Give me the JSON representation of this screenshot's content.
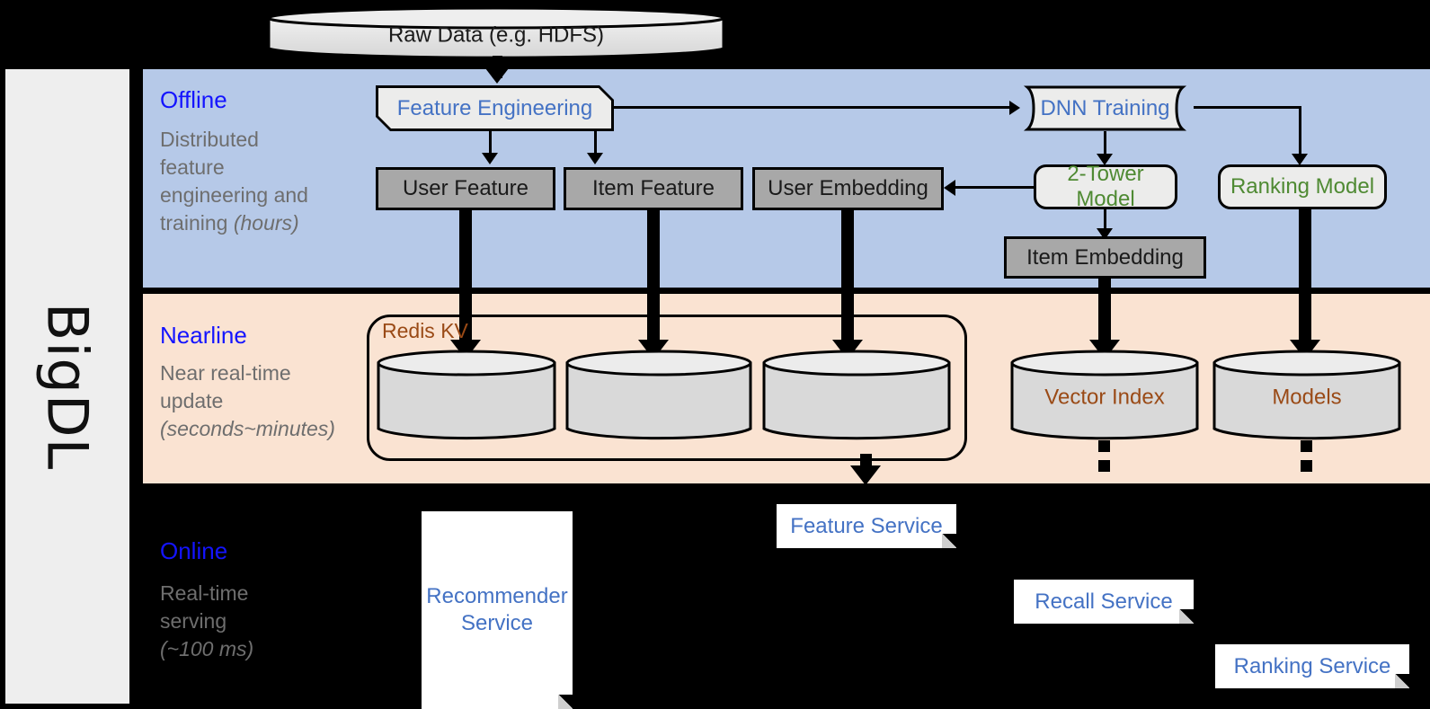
{
  "sidebar": {
    "label": "BigDL"
  },
  "top": {
    "raw_data_label": "Raw Data (e.g. HDFS)"
  },
  "bands": {
    "offline": {
      "title": "Offline",
      "desc_line1": "Distributed",
      "desc_line2": "feature",
      "desc_line3": "engineering and",
      "desc_line4": "training ",
      "desc_italic": "(hours)"
    },
    "nearline": {
      "title": "Nearline",
      "desc_line1": "Near real-time",
      "desc_line2": "update",
      "desc_italic": "(seconds~minutes)"
    },
    "online": {
      "title": "Online",
      "desc_line1": "Real-time",
      "desc_line2": "serving",
      "desc_italic": "(~100 ms)"
    }
  },
  "offline_nodes": {
    "feature_engineering": "Feature Engineering",
    "dnn_training": "DNN Training",
    "user_feature": "User Feature",
    "item_feature": "Item Feature",
    "user_embedding": "User Embedding",
    "two_tower_model": "2-Tower Model",
    "ranking_model": "Ranking Model",
    "item_embedding": "Item Embedding"
  },
  "nearline_nodes": {
    "redis_kv": "Redis KV",
    "store_user_feature": "",
    "store_item_feature": "",
    "store_user_embedding": "",
    "vector_index": "Vector Index",
    "models": "Models"
  },
  "online_nodes": {
    "recommender_service": "Recommender\nService",
    "recommender_service_l1": "Recommender",
    "recommender_service_l2": "Service",
    "feature_service": "Feature Service",
    "recall_service": "Recall Service",
    "ranking_service": "Ranking Service"
  },
  "colors": {
    "offline_band": "#b6c9e8",
    "nearline_band": "#fae3d2",
    "online_band": "#000000",
    "sidebar": "#eeeeee",
    "band_title": "#1414ff",
    "band_desc": "#6e6e6e",
    "blue_text": "#4472c4",
    "green_text": "#4f8a33",
    "brown_text": "#9a4a16",
    "gray_box": "#a8a8a8",
    "light_box": "#ececeb"
  }
}
